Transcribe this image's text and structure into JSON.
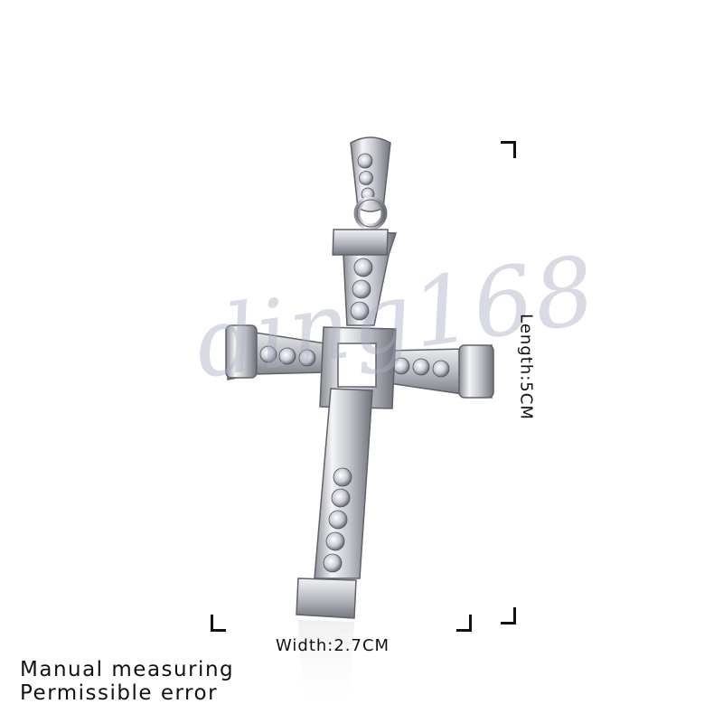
{
  "image": {
    "subject": "cross-pendant-photo",
    "metal_color": "#c9cbd0",
    "background_color": "#ffffff"
  },
  "watermark": {
    "text": "ding168"
  },
  "dimensions": {
    "length_label": "Length:5CM",
    "width_label": "Width:2.7CM"
  },
  "note": {
    "line1": "Manual measuring",
    "line2": "Permissible error"
  }
}
